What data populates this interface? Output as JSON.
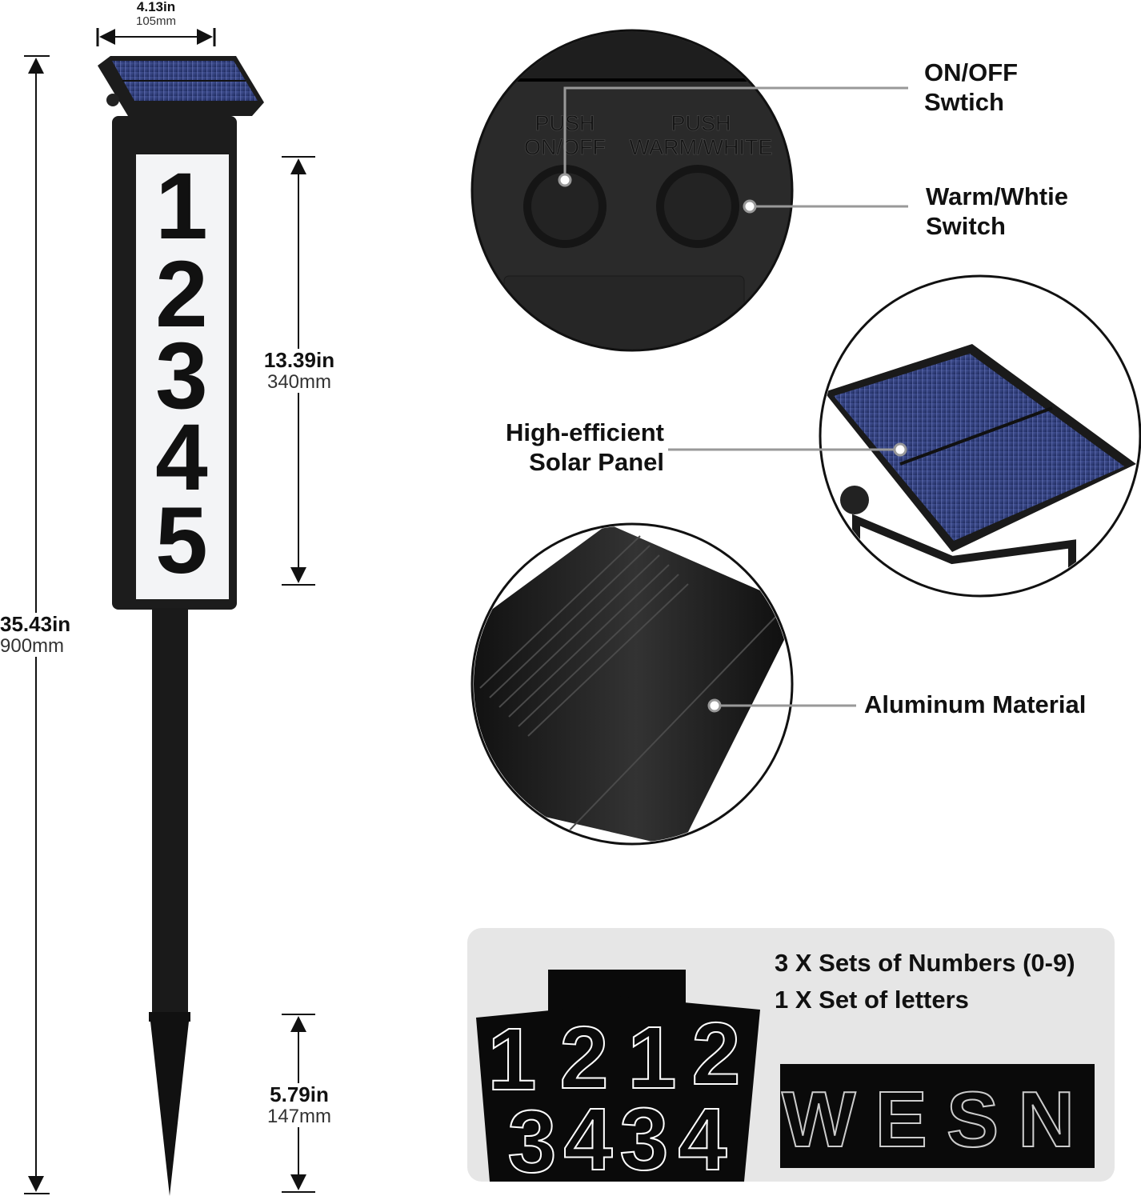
{
  "product": {
    "sign_numbers": [
      "1",
      "2",
      "3",
      "4",
      "5"
    ]
  },
  "dimensions": {
    "width": {
      "in": "4.13in",
      "mm": "105mm"
    },
    "total_height": {
      "in": "35.43in",
      "mm": "900mm"
    },
    "sign_height": {
      "in": "13.39in",
      "mm": "340mm"
    },
    "stake_height": {
      "in": "5.79in",
      "mm": "147mm"
    }
  },
  "switch_panel": {
    "button1": {
      "line1": "PUSH",
      "line2": "ON/OFF"
    },
    "button2": {
      "line1": "PUSH",
      "line2": "WARM/WHITE"
    }
  },
  "callouts": {
    "on_off": [
      "ON/OFF",
      "Swtich"
    ],
    "warm_white": [
      "Warm/Whtie",
      "Switch"
    ],
    "solar": [
      "High-efficient",
      "Solar Panel"
    ],
    "aluminum": "Aluminum Material"
  },
  "accessories": {
    "numbers_set": "3 X Sets of Numbers (0-9)",
    "letters_set": "1 X Set of letters",
    "sticker_digits": [
      "1",
      "2",
      "1",
      "2",
      "3",
      "4",
      "3",
      "4"
    ],
    "letters": "WESN"
  },
  "colors": {
    "frame": "#1c1c1c",
    "solar": "#2c3a70",
    "panel_bg": "#e6e6e6"
  }
}
